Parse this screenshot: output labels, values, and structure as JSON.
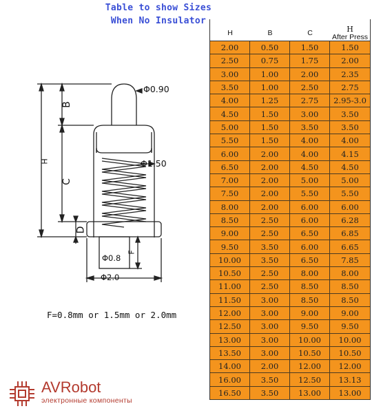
{
  "title": {
    "line1": "Table to show Sizes",
    "line2": "When No Insulator"
  },
  "table": {
    "headers": [
      {
        "top": "",
        "label": "H"
      },
      {
        "top": "",
        "label": "B"
      },
      {
        "top": "",
        "label": "C"
      },
      {
        "top": "H",
        "label": "After Press"
      }
    ],
    "rows": [
      [
        "2.00",
        "0.50",
        "1.50",
        "1.50"
      ],
      [
        "2.50",
        "0.75",
        "1.75",
        "2.00"
      ],
      [
        "3.00",
        "1.00",
        "2.00",
        "2.35"
      ],
      [
        "3.50",
        "1.00",
        "2.50",
        "2.75"
      ],
      [
        "4.00",
        "1.25",
        "2.75",
        "2.95-3.0"
      ],
      [
        "4.50",
        "1.50",
        "3.00",
        "3.50"
      ],
      [
        "5.00",
        "1.50",
        "3.50",
        "3.50"
      ],
      [
        "5.50",
        "1.50",
        "4.00",
        "4.00"
      ],
      [
        "6.00",
        "2.00",
        "4.00",
        "4.15"
      ],
      [
        "6.50",
        "2.00",
        "4.50",
        "4.50"
      ],
      [
        "7.00",
        "2.00",
        "5.00",
        "5.00"
      ],
      [
        "7.50",
        "2.00",
        "5.50",
        "5.50"
      ],
      [
        "8.00",
        "2.00",
        "6.00",
        "6.00"
      ],
      [
        "8.50",
        "2.50",
        "6.00",
        "6.28"
      ],
      [
        "9.00",
        "2.50",
        "6.50",
        "6.85"
      ],
      [
        "9.50",
        "3.50",
        "6.00",
        "6.65"
      ],
      [
        "10.00",
        "3.50",
        "6.50",
        "7.85"
      ],
      [
        "10.50",
        "2.50",
        "8.00",
        "8.00"
      ],
      [
        "11.00",
        "2.50",
        "8.50",
        "8.50"
      ],
      [
        "11.50",
        "3.00",
        "8.50",
        "8.50"
      ],
      [
        "12.00",
        "3.00",
        "9.00",
        "9.00"
      ],
      [
        "12.50",
        "3.00",
        "9.50",
        "9.50"
      ],
      [
        "13.00",
        "3.00",
        "10.00",
        "10.00"
      ],
      [
        "13.50",
        "3.00",
        "10.50",
        "10.50"
      ],
      [
        "14.00",
        "2.00",
        "12.00",
        "12.00"
      ],
      [
        "16.00",
        "3.50",
        "12.50",
        "13.13"
      ],
      [
        "16.50",
        "3.50",
        "13.00",
        "13.00"
      ]
    ]
  },
  "drawing": {
    "tip_diameter": "Φ0.90",
    "body_diameter": "Φ1.50",
    "dim_b": "B",
    "dim_c": "C",
    "dim_h": "H",
    "dim_d": "D",
    "dim_f": "F",
    "pin_diameter": "Φ0.8",
    "base_diameter": "Φ2.0"
  },
  "f_text": "F=0.8mm or 1.5mm or 2.0mm",
  "logo": {
    "name": "AVRobot",
    "tagline": "электронные компоненты",
    "color": "#b33a2e"
  },
  "colors": {
    "title": "#3a4fd6",
    "table_fill": "#f4941d"
  }
}
